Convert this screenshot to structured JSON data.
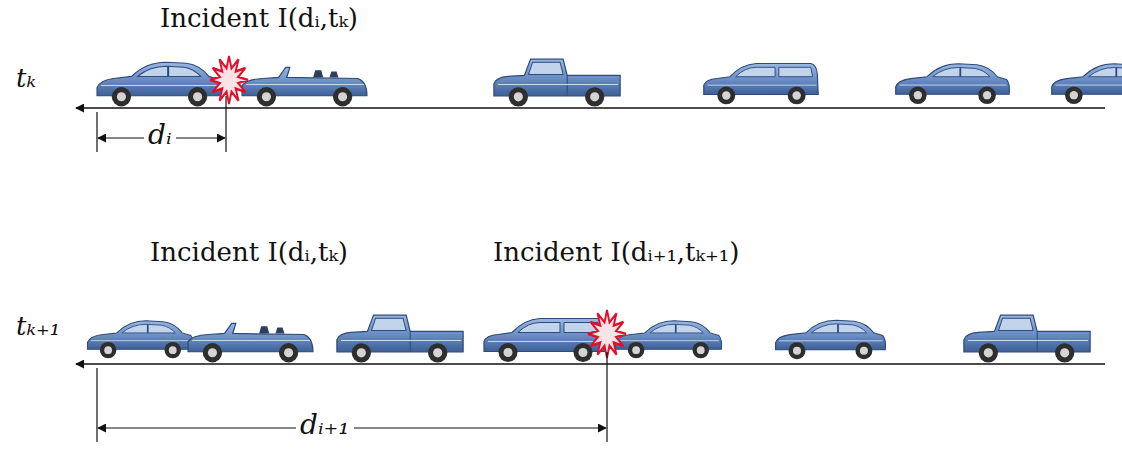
{
  "diagram": {
    "labels": [
      "Incident I(dᵢ,tₖ)",
      "tₖ",
      "dᵢ",
      "Incident I(dᵢ,tₖ)",
      "Incident I(dᵢ₊₁,tₖ₊₁)",
      "tₖ₊₁",
      "dᵢ₊₁"
    ]
  }
}
